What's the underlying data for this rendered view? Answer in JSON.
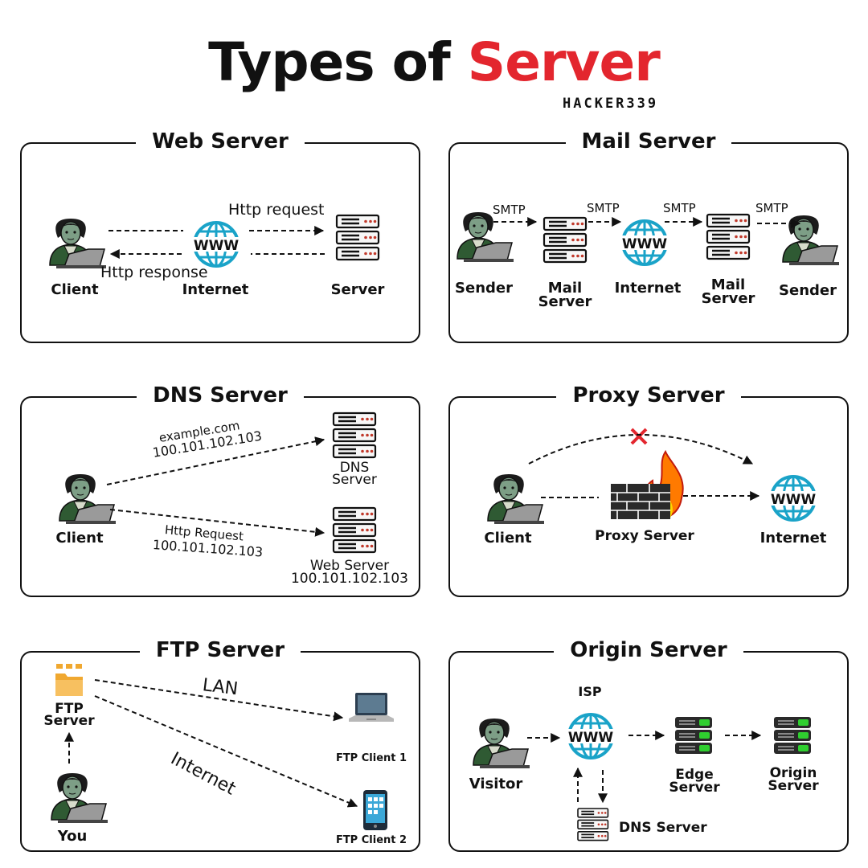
{
  "title": {
    "part1": "Types of",
    "part2": "Server"
  },
  "brand": "HACKER339",
  "colors": {
    "accent": "#e3262e",
    "globe": "#1aa3c8",
    "server_green": "#2fcf2f"
  },
  "web": {
    "title": "Web  Server",
    "client": "Client",
    "internet": "Internet",
    "server": "Server",
    "request": "Http request",
    "response": "Http response"
  },
  "mail": {
    "title": "Mail Server",
    "sender1": "Sender",
    "mail_server1": [
      "Mail",
      "Server"
    ],
    "internet": "Internet",
    "mail_server2": [
      "Mail",
      "Server"
    ],
    "sender2": "Sender",
    "smtp": "SMTP"
  },
  "dns": {
    "title": "DNS  Server",
    "client": "Client",
    "query_domain": "example.com",
    "query_ip": "100.101.102.103",
    "dns_server": [
      "DNS",
      "Server"
    ],
    "request_label": "Http Request",
    "request_ip": "100.101.102.103",
    "web_server": [
      "Web Server",
      "100.101.102.103"
    ]
  },
  "proxy": {
    "title": "Proxy Server",
    "client": "Client",
    "proxy": "Proxy Server",
    "internet": "Internet"
  },
  "ftp": {
    "title": "FTP  Server",
    "ftp_server": [
      "FTP",
      "Server"
    ],
    "you": "You",
    "lan": "LAN",
    "internet": "Internet",
    "client1": "FTP Client 1",
    "client2": "FTP Client 2"
  },
  "origin": {
    "title": "Origin Server",
    "isp": "ISP",
    "visitor": "Visitor",
    "edge": [
      "Edge",
      "Server"
    ],
    "origin": [
      "Origin",
      "Server"
    ],
    "dns": "DNS Server"
  },
  "icons": [
    "person-at-laptop-icon",
    "www-globe-icon",
    "server-rack-icon",
    "firewall-icon",
    "folder-icon",
    "laptop-icon",
    "smartphone-icon",
    "red-x-icon"
  ]
}
